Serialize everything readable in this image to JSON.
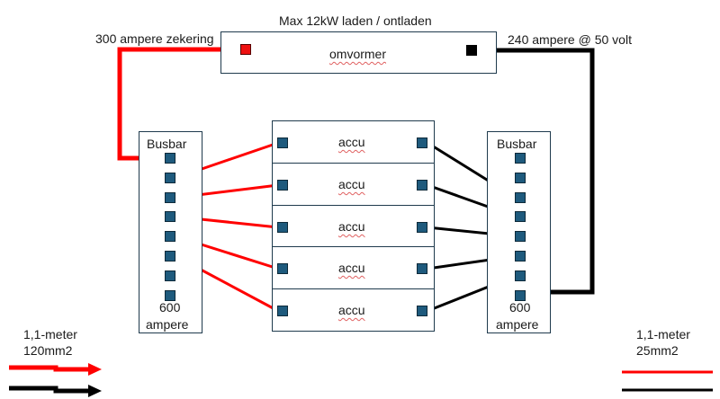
{
  "title": "Max 12kW laden / ontladen",
  "inverter": {
    "label": "omvormer",
    "fuse_label": "300 ampere zekering",
    "current_label": "240 ampere @ 50 volt"
  },
  "busbar_left": {
    "title": "Busbar",
    "rating_value": "600",
    "rating_unit": "ampere",
    "terminal_count": 8
  },
  "busbar_right": {
    "title": "Busbar",
    "rating_value": "600",
    "rating_unit": "ampere",
    "terminal_count": 8
  },
  "batteries": [
    {
      "label": "accu",
      "left_busbar_terminal": 1,
      "right_busbar_terminal": 2
    },
    {
      "label": "accu",
      "left_busbar_terminal": 2,
      "right_busbar_terminal": 3
    },
    {
      "label": "accu",
      "left_busbar_terminal": 3,
      "right_busbar_terminal": 4
    },
    {
      "label": "accu",
      "left_busbar_terminal": 4,
      "right_busbar_terminal": 5
    },
    {
      "label": "accu",
      "left_busbar_terminal": 5,
      "right_busbar_terminal": 6
    }
  ],
  "legend_left": {
    "line1": "1,1-meter",
    "line2": "120mm2"
  },
  "legend_right": {
    "line1": "1,1-meter",
    "line2": "25mm2"
  },
  "colors": {
    "positive": "#ff0000",
    "negative": "#000000",
    "terminal": "#1e5a7d",
    "border": "#1f3a4d"
  }
}
